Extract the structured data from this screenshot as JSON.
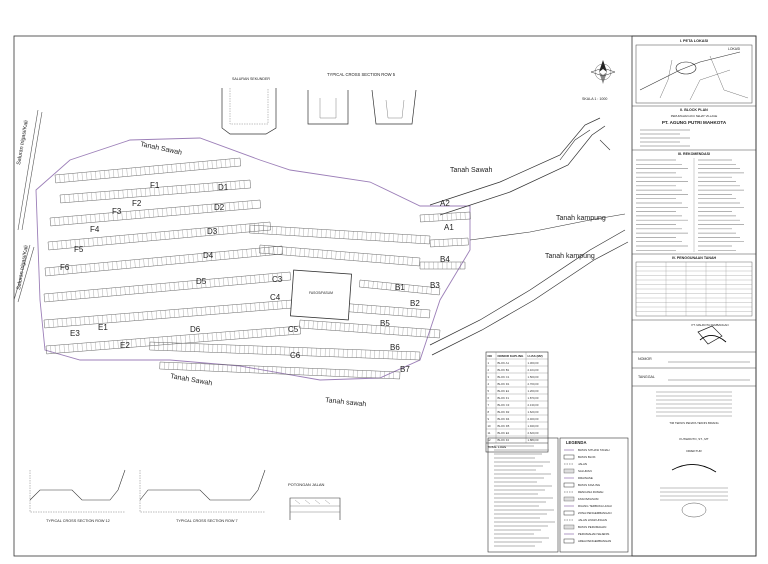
{
  "title_block": {
    "key_map_title": "I. PETA LOKASI",
    "key_map_label": "LOKASI",
    "block_plan_title": "II. BLOCK PLAN",
    "block_plan_note": "PERUMAHAN AKU SEHAT VILLAGE",
    "developer": "PT. AGUNG PUTRI MAHKOTA",
    "recap_title": "III. REKOMENDASI",
    "area_title": "IV. PENGGUNAAN TANAH",
    "nomor_label": "NOMOR",
    "tanggal_label": "TANGGAL",
    "signature_org": "PT. MAHKOTA KEMBANGAN",
    "approver_1": "KUSWANTO, ST., MT",
    "approver_2": "TIM TEKNIS PENATA TEKNIS BIDANG",
    "approver_3": "DIREKTUR"
  },
  "map_labels": {
    "tanah_sawah_top": "Tanah Sawah",
    "tanah_sawah_right": "Tanah Sawah",
    "tanah_kampung_1": "Tanah kampung",
    "tanah_kampung_2": "Tanah kampung",
    "tanah_sawah_bottom_1": "Tanah Sawah",
    "tanah_sawah_bottom_2": "Tanah sawah",
    "saluran_left_1": "Saluran Irigasi/Kali",
    "saluran_left_2": "Saluran Irigasi/Kali",
    "cross_section_title": "TYPICAL CROSS SECTION ROW 5",
    "saluran_sekunder": "SALURAN SEKUNDER",
    "scale": "SKALA 1 : 1000",
    "potongan_jalan": "POTONGAN JALAN",
    "bottom_section_1": "TYPICAL CROSS SECTION ROW 12",
    "bottom_section_2": "TYPICAL CROSS SECTION ROW 7",
    "legend_title": "LEGENDA",
    "fasum": "FASOS/FASUM"
  },
  "block_labels": [
    "D1",
    "D2",
    "D3",
    "D4",
    "D5",
    "D6",
    "F1",
    "F2",
    "F3",
    "F4",
    "F5",
    "F6",
    "E1",
    "E2",
    "E3",
    "C3",
    "C4",
    "C5",
    "C6",
    "B1",
    "B2",
    "B3",
    "B4",
    "B5",
    "B6",
    "B7",
    "A1",
    "A2"
  ],
  "legend_items": [
    "BATAS SITUASI TANAH",
    "BATAS BLOK",
    "JALAN",
    "SALURAN",
    "DRAINASE",
    "BATAS KAVLING",
    "RENCANA RUMAH",
    "FASOS/FASUM",
    "RUANG TERBUKA HIJAU",
    "ZONA PENGEMBANGAN",
    "JALAN LINGKUNGAN",
    "BATAS PERUMAHAN",
    "PERUMAHAN SEJENIS",
    "AREA PENGEMBANGAN"
  ],
  "area_table": {
    "headers": [
      "NO",
      "NOMOR KAPLING",
      "LUAS (M2)"
    ],
    "rows": [
      [
        "1",
        "BLOK A1",
        "1.300,00"
      ],
      [
        "2",
        "BLOK B1",
        "2.104,00"
      ],
      [
        "3",
        "BLOK C1",
        "1.500,00"
      ],
      [
        "4",
        "BLOK D1",
        "2.700,00"
      ],
      [
        "5",
        "BLOK E1",
        "1.260,00"
      ],
      [
        "6",
        "BLOK F1",
        "1.870,00"
      ],
      [
        "7",
        "BLOK C3",
        "2.130,00"
      ],
      [
        "8",
        "BLOK D2",
        "1.620,00"
      ],
      [
        "9",
        "BLOK D4",
        "2.460,00"
      ],
      [
        "10",
        "BLOK D5",
        "1.940,00"
      ],
      [
        "11",
        "BLOK E2",
        "2.620,00"
      ],
      [
        "12",
        "BLOK F2",
        "1.880,00"
      ]
    ],
    "total_label": "TOTAL LUAS"
  },
  "colors": {
    "road_edge": "#9c7fb8",
    "parcel": "#555555",
    "text": "#222222",
    "frame": "#333333"
  }
}
